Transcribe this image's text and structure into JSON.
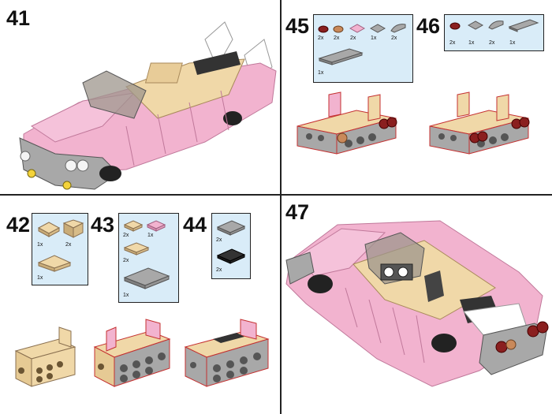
{
  "steps": {
    "s41": {
      "number": "41"
    },
    "s42": {
      "number": "42",
      "parts": [
        "1x",
        "2x",
        "1x"
      ]
    },
    "s43": {
      "number": "43",
      "parts": [
        "2x",
        "1x",
        "2x",
        "1x"
      ]
    },
    "s44": {
      "number": "44",
      "parts": [
        "2x",
        "2x"
      ]
    },
    "s45": {
      "number": "45",
      "parts": [
        "2x",
        "2x",
        "2x",
        "1x",
        "2x",
        "1x"
      ]
    },
    "s46": {
      "number": "46",
      "parts": [
        "2x",
        "1x",
        "2x",
        "1x"
      ]
    },
    "s47": {
      "number": "47"
    }
  },
  "colors": {
    "pink": "#f2b3cf",
    "pink_dark": "#d98fb1",
    "tan": "#f0d8a8",
    "tan_dark": "#c9ac78",
    "grey": "#a8a8a8",
    "grey_dark": "#6f6f6f",
    "dark_red": "#8a1f1f",
    "black": "#222222",
    "callout_bg": "#d9ecf8"
  }
}
